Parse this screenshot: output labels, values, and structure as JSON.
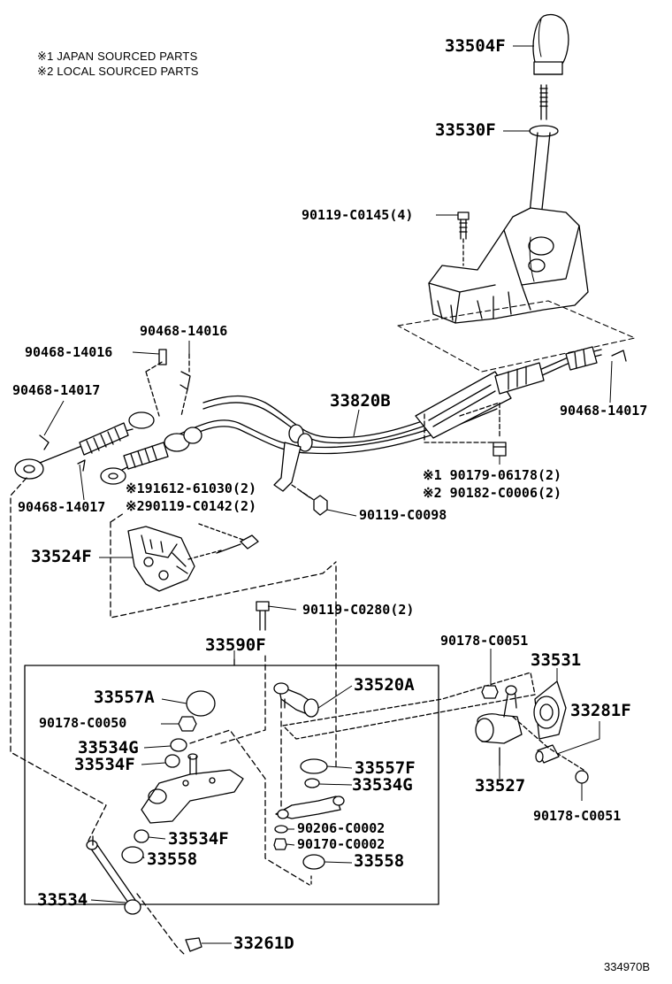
{
  "notes": {
    "n1": "※1 JAPAN SOURCED PARTS",
    "n2": "※2 LOCAL SOURCED PARTS"
  },
  "labels": {
    "p33504F": "33504F",
    "p33530F": "33530F",
    "p90119_C0145": "90119-C0145(4)",
    "p90468_14016_a": "90468-14016",
    "p90468_14016_b": "90468-14016",
    "p90468_14017_a": "90468-14017",
    "p90468_14017_b": "90468-14017",
    "p90468_14017_c": "90468-14017",
    "p33820B": "33820B",
    "p90179_06178": "※1 90179-06178(2)",
    "p90182_C0006": "※2 90182-C0006(2)",
    "p91612_61030": "※191612-61030(2)",
    "p90119_C0142": "※290119-C0142(2)",
    "p90119_C0098": "90119-C0098",
    "p33524F": "33524F",
    "p90119_C0280": "90119-C0280(2)",
    "p33590F": "33590F",
    "p90178_C0051_a": "90178-C0051",
    "p33531": "33531",
    "p33281F": "33281F",
    "p33527": "33527",
    "p90178_C0051_b": "90178-C0051",
    "p33557A": "33557A",
    "p90178_C0050": "90178-C0050",
    "p33534G_a": "33534G",
    "p33534F_a": "33534F",
    "p33534F_b": "33534F",
    "p33558_a": "33558",
    "p33534": "33534",
    "p33520A": "33520A",
    "p33557F": "33557F",
    "p33534G_b": "33534G",
    "p90206_C0002": "90206-C0002",
    "p90170_C0002": "90170-C0002",
    "p33558_b": "33558",
    "p33261D": "33261D"
  },
  "figure_id": "334970B"
}
